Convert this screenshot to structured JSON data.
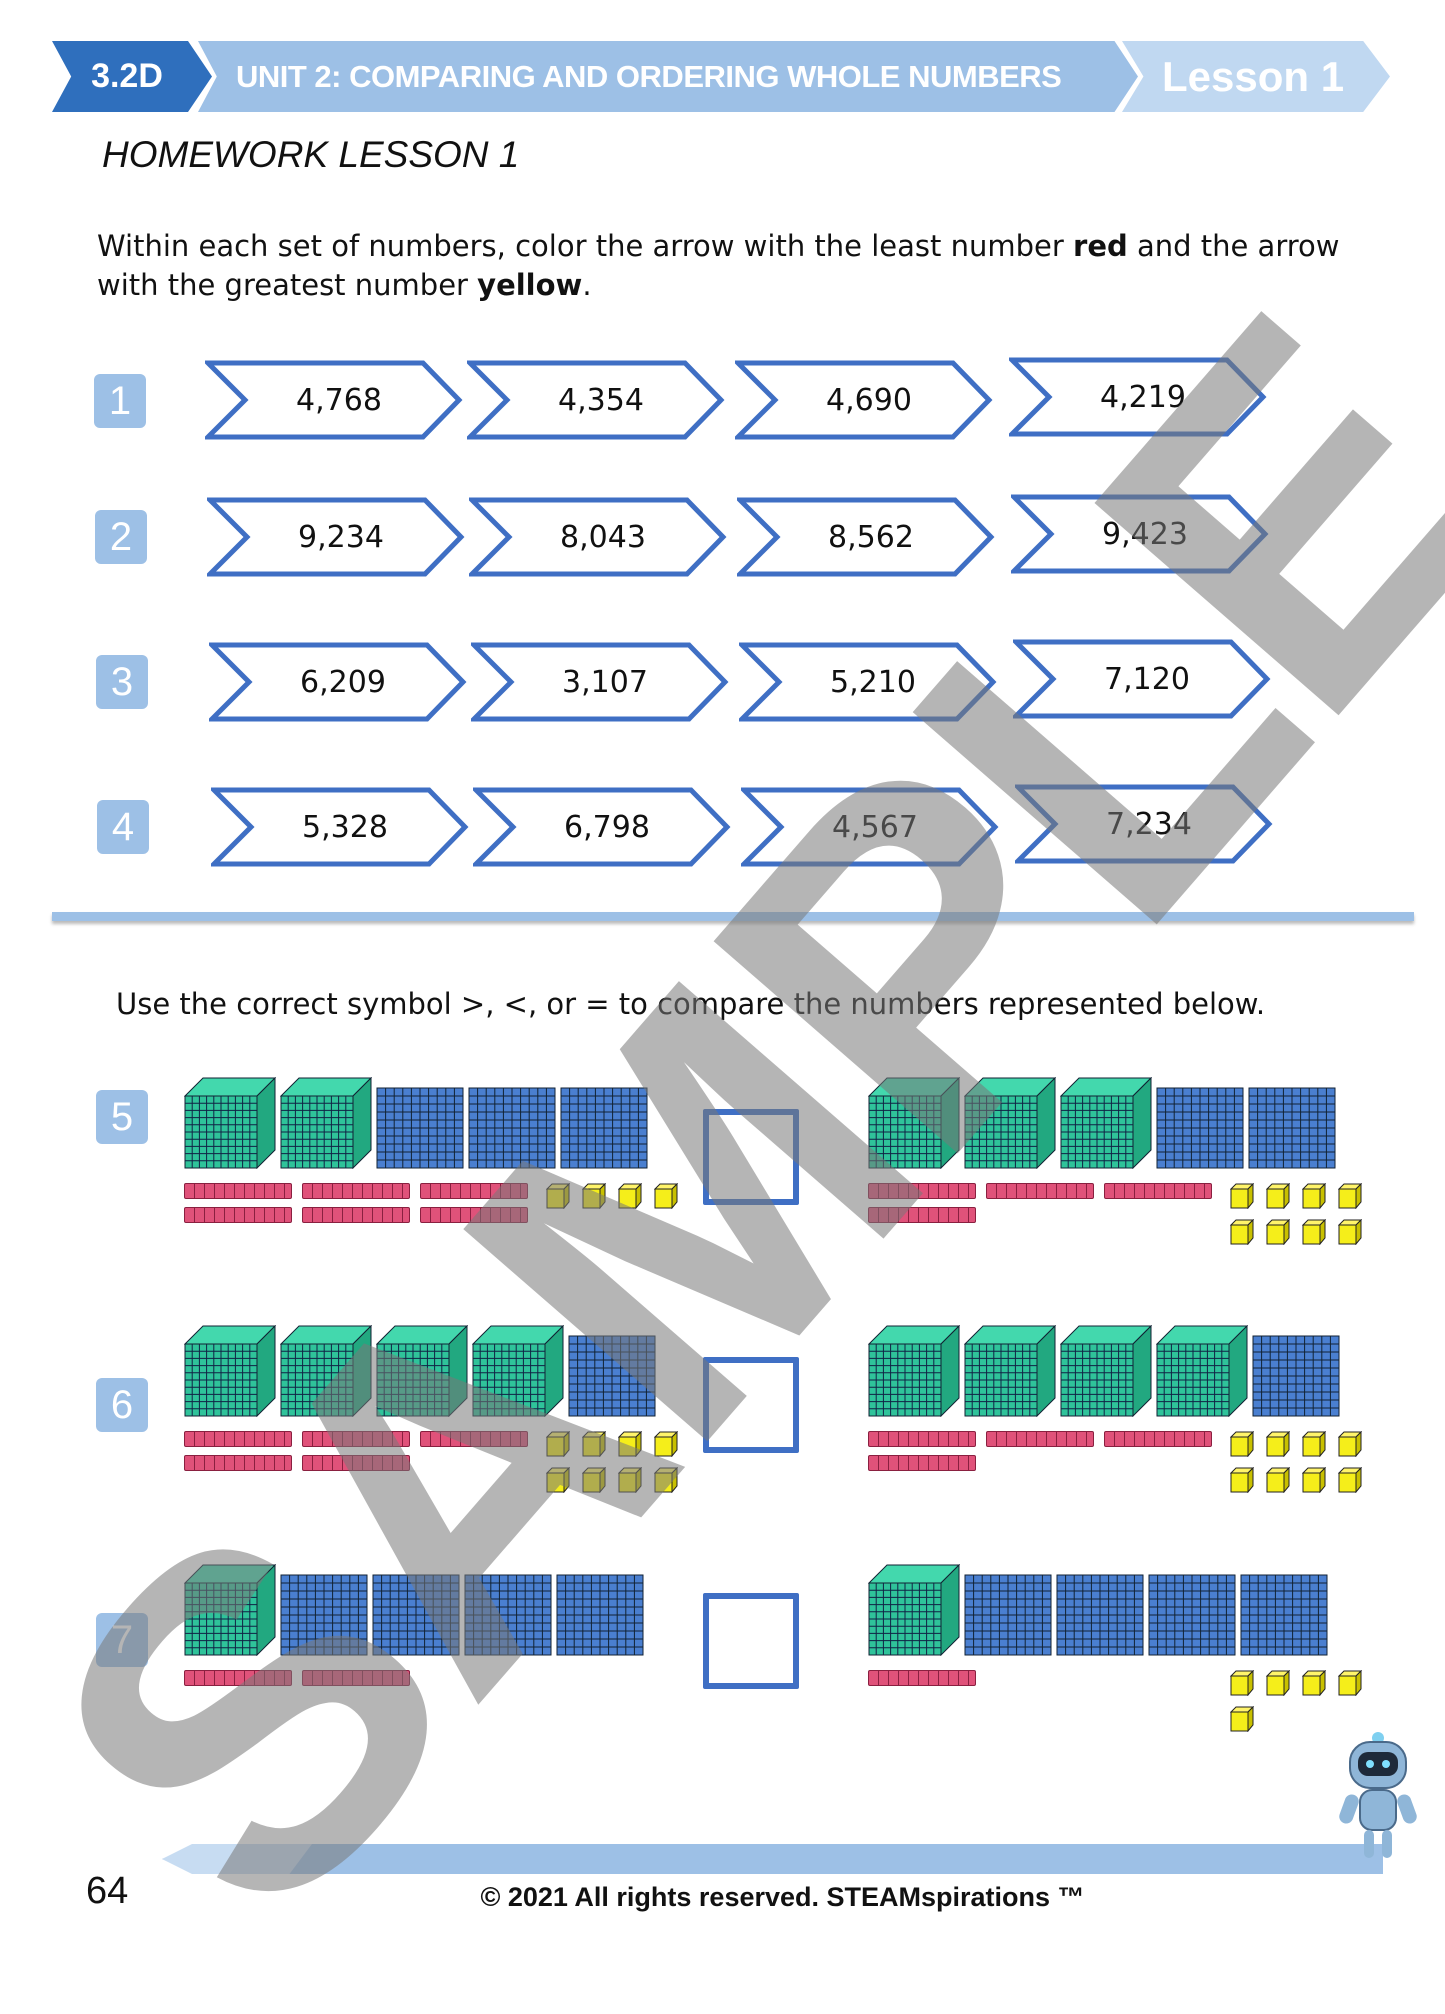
{
  "header": {
    "standard": "3.2D",
    "unit": "UNIT 2: COMPARING AND ORDERING WHOLE NUMBERS",
    "lesson": "Lesson 1"
  },
  "title": "HOMEWORK LESSON 1",
  "instructions1": {
    "part1": "Within each set of numbers, color the arrow with the least number ",
    "bold1": "red",
    "part2": " and the arrow with the greatest number ",
    "bold2": "yellow",
    "part3": "."
  },
  "arrow_rows": [
    {
      "num": "1",
      "values": [
        "4,768",
        "4,354",
        "4,690",
        "4,219"
      ]
    },
    {
      "num": "2",
      "values": [
        "9,234",
        "8,043",
        "8,562",
        "9,423"
      ]
    },
    {
      "num": "3",
      "values": [
        "6,209",
        "3,107",
        "5,210",
        "7,120"
      ]
    },
    {
      "num": "4",
      "values": [
        "5,328",
        "6,798",
        "4,567",
        "7,234"
      ]
    }
  ],
  "instructions2": "Use the correct symbol >, <, or = to compare the numbers represented below.",
  "compare_problems": [
    {
      "num": "5",
      "left": {
        "thousands": 2,
        "hundreds": 3,
        "tens": 6,
        "ones": 4
      },
      "right": {
        "thousands": 3,
        "hundreds": 2,
        "tens": 4,
        "ones": 8
      }
    },
    {
      "num": "6",
      "left": {
        "thousands": 4,
        "hundreds": 1,
        "tens": 5,
        "ones": 8
      },
      "right": {
        "thousands": 4,
        "hundreds": 1,
        "tens": 4,
        "ones": 8
      }
    },
    {
      "num": "7",
      "left": {
        "thousands": 1,
        "hundreds": 4,
        "tens": 2,
        "ones": 0
      },
      "right": {
        "thousands": 1,
        "hundreds": 4,
        "tens": 1,
        "ones": 5
      }
    }
  ],
  "footer": {
    "page": "64",
    "copyright": "© 2021 All rights reserved. STEAMspirations ™"
  },
  "watermark": "SAMPLE",
  "colors": {
    "dark_blue": "#2f6fbd",
    "light_blue": "#9dc0e6",
    "arrow_stroke": "#3f6fc4",
    "thousand": "#2fc39a",
    "hundred": "#4a7fd0",
    "ten": "#e0527a",
    "one": "#f5ee1a"
  }
}
